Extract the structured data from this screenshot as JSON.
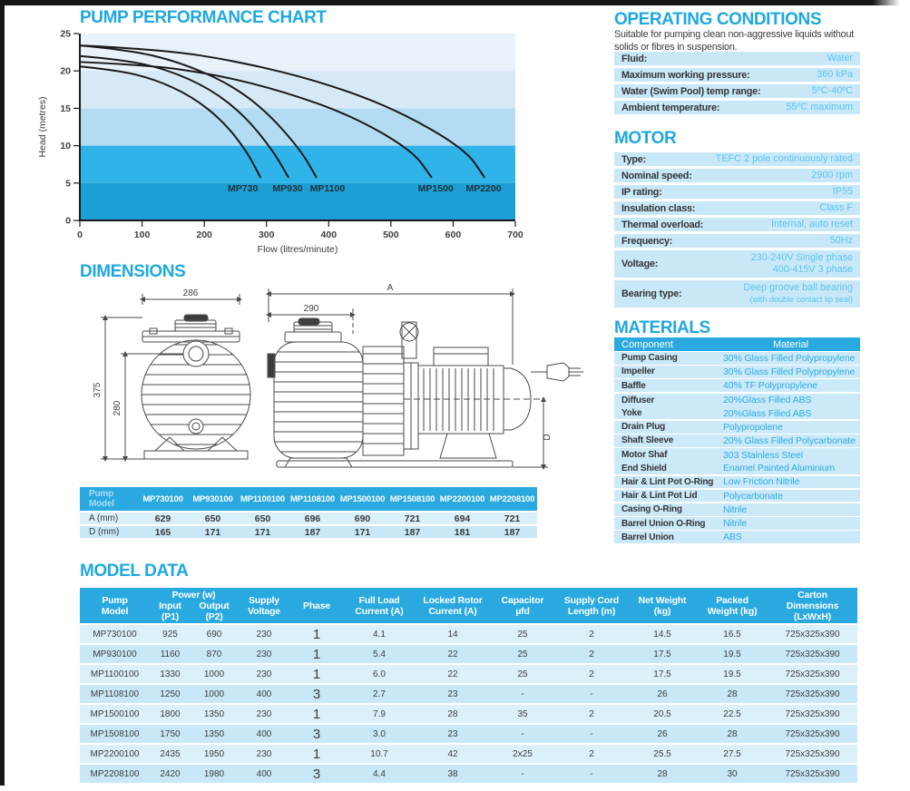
{
  "chart": {
    "title": "PUMP PERFORMANCE CHART",
    "xlabel": "Flow (litres/minute)",
    "ylabel": "Head (metres)",
    "y_ticks": [
      0,
      5,
      10,
      15,
      20,
      25
    ],
    "x_ticks": [
      0,
      100,
      200,
      300,
      400,
      500,
      600,
      700
    ],
    "band_colors": [
      "#E9F1F9",
      "#D8E9F6",
      "#B3DCF3",
      "#2FB3E9",
      "#1C9FD4"
    ],
    "chart_data": {
      "type": "line",
      "xlabel": "Flow (litres/minute)",
      "ylabel": "Head (metres)",
      "xlim": [
        0,
        700
      ],
      "ylim": [
        0,
        25
      ],
      "series": [
        {
          "name": "MP730",
          "points": [
            [
              0,
              20.6
            ],
            [
              60,
              20.1
            ],
            [
              120,
              18.9
            ],
            [
              180,
              16.6
            ],
            [
              230,
              13.3
            ],
            [
              268,
              9.3
            ],
            [
              290,
              5.8
            ]
          ],
          "label_x": 262
        },
        {
          "name": "MP930",
          "points": [
            [
              0,
              22.0
            ],
            [
              70,
              21.5
            ],
            [
              140,
              20.2
            ],
            [
              210,
              17.6
            ],
            [
              265,
              14.0
            ],
            [
              310,
              9.4
            ],
            [
              335,
              5.8
            ]
          ],
          "label_x": 334
        },
        {
          "name": "MP1100",
          "points": [
            [
              0,
              23.4
            ],
            [
              80,
              22.8
            ],
            [
              160,
              21.2
            ],
            [
              240,
              18.3
            ],
            [
              300,
              14.6
            ],
            [
              355,
              9.4
            ],
            [
              380,
              5.8
            ]
          ],
          "label_x": 398
        },
        {
          "name": "MP1500",
          "points": [
            [
              0,
              21.2
            ],
            [
              110,
              20.8
            ],
            [
              220,
              19.5
            ],
            [
              330,
              17.2
            ],
            [
              440,
              13.9
            ],
            [
              535,
              9.3
            ],
            [
              565,
              5.8
            ]
          ],
          "label_x": 572
        },
        {
          "name": "MP2200",
          "points": [
            [
              0,
              23.4
            ],
            [
              130,
              22.9
            ],
            [
              260,
              21.2
            ],
            [
              390,
              18.5
            ],
            [
              510,
              14.8
            ],
            [
              620,
              9.5
            ],
            [
              650,
              5.8
            ]
          ],
          "label_x": 649
        }
      ]
    }
  },
  "operating_conditions": {
    "title": "OPERATING CONDITIONS",
    "intro": "Suitable for pumping clean non-aggressive liquids without solids or fibres in suspension.",
    "rows": [
      {
        "label": "Fluid:",
        "value": "Water"
      },
      {
        "label": "Maximum working pressure:",
        "value": "360 kPa"
      },
      {
        "label": "Water (Swim Pool) temp range:",
        "value": "5ºC-40ºC"
      },
      {
        "label": "Ambient temperature:",
        "value": "55ºC maximum"
      }
    ]
  },
  "motor": {
    "title": "MOTOR",
    "rows": [
      {
        "label": "Type:",
        "value": "TEFC 2 pole continuously rated"
      },
      {
        "label": "Nominal speed:",
        "value": "2900 rpm"
      },
      {
        "label": "IP rating:",
        "value": "IP55"
      },
      {
        "label": "Insulation class:",
        "value": "Class F"
      },
      {
        "label": "Thermal overload:",
        "value": "Internal, auto reset"
      },
      {
        "label": "Frequency:",
        "value": "50Hz"
      },
      {
        "label": "Voltage:",
        "lines": [
          "230-240V Single phase",
          "400-415V 3 phase"
        ]
      },
      {
        "label": "Bearing type:",
        "lines": [
          "Deep groove ball bearing"
        ],
        "note": "(with double contact lip seal)"
      }
    ]
  },
  "materials": {
    "title": "MATERIALS",
    "headers": {
      "component": "Component",
      "material": "Material"
    },
    "rows": [
      {
        "component": "Pump Casing",
        "material": "30% Glass Filled Polypropylene"
      },
      {
        "component": "Impeller",
        "material": "30% Glass Filled Polypropylene"
      },
      {
        "component": "Baffle",
        "material": "40% TF Polypropylene"
      },
      {
        "component": "Diffuser",
        "material": "20%Glass Filled ABS",
        "joined": true
      },
      {
        "component": "Yoke",
        "material": "20%Glass Filled ABS"
      },
      {
        "component": "Drain Plug",
        "material": "Polypropolene"
      },
      {
        "component": "Shaft Sleeve",
        "material": "20% Glass Filled Polycarbonate"
      },
      {
        "component": "Motor Shaf",
        "material": "303 Stainless Steel",
        "joined": true
      },
      {
        "component": "End Shield",
        "material": "Enamel Painted Aluminium"
      },
      {
        "component": "Hair & Lint Pot O-Ring",
        "material": "Low Friction Nitrile"
      },
      {
        "component": "Hair & Lint Pot Lid",
        "material": "Polycarbonate"
      },
      {
        "component": "Casing O-Ring",
        "material": "Nitrile"
      },
      {
        "component": "Barrel Union O-Ring",
        "material": "Nitrile"
      },
      {
        "component": "Barrel Union",
        "material": "ABS"
      }
    ]
  },
  "dimensions": {
    "title": "DIMENSIONS",
    "drawing": {
      "front_width": "286",
      "front_height": "375",
      "front_inner_height": "280",
      "side_partial": "290",
      "side_total": "A",
      "side_height": "D"
    },
    "table": {
      "header_line1": "Pump",
      "header_line2": "Model",
      "models": [
        "MP730100",
        "MP930100",
        "MP1100100",
        "MP1108100",
        "MP1500100",
        "MP1508100",
        "MP2200100",
        "MP2208100"
      ],
      "rows": [
        {
          "label": "A (mm)",
          "values": [
            "629",
            "650",
            "650",
            "696",
            "690",
            "721",
            "694",
            "721"
          ]
        },
        {
          "label": "D (mm)",
          "values": [
            "165",
            "171",
            "171",
            "187",
            "171",
            "187",
            "181",
            "187"
          ]
        }
      ]
    }
  },
  "model_data": {
    "title": "MODEL DATA",
    "power_group": "Power (w)",
    "headers": [
      "Pump\nModel",
      "Input\n(P1)",
      "Output\n(P2)",
      "Supply\nVoltage",
      "Phase",
      "Full Load\nCurrent (A)",
      "Locked Rotor\nCurrent (A)",
      "Capacitor\nµfd",
      "Supply Cord\nLength (m)",
      "Net Weight\n(kg)",
      "Packed\nWeight (kg)",
      "Carton\nDimensions\n(LxWxH)"
    ],
    "rows": [
      [
        "MP730100",
        "925",
        "690",
        "230",
        "1",
        "4.1",
        "14",
        "25",
        "2",
        "14.5",
        "16.5",
        "725x325x390"
      ],
      [
        "MP930100",
        "1160",
        "870",
        "230",
        "1",
        "5.4",
        "22",
        "25",
        "2",
        "17.5",
        "19.5",
        "725x325x390"
      ],
      [
        "MP1100100",
        "1330",
        "1000",
        "230",
        "1",
        "6.0",
        "22",
        "25",
        "2",
        "17.5",
        "19.5",
        "725x325x390"
      ],
      [
        "MP1108100",
        "1250",
        "1000",
        "400",
        "3",
        "2.7",
        "23",
        "-",
        "-",
        "26",
        "28",
        "725x325x390"
      ],
      [
        "MP1500100",
        "1800",
        "1350",
        "230",
        "1",
        "7.9",
        "28",
        "35",
        "2",
        "20.5",
        "22.5",
        "725x325x390"
      ],
      [
        "MP1508100",
        "1750",
        "1350",
        "400",
        "3",
        "3.0",
        "23",
        "-",
        "-",
        "26",
        "28",
        "725x325x390"
      ],
      [
        "MP2200100",
        "2435",
        "1950",
        "230",
        "1",
        "10.7",
        "42",
        "2x25",
        "2",
        "25.5",
        "27.5",
        "725x325x390"
      ],
      [
        "MP2208100",
        "2420",
        "1980",
        "400",
        "3",
        "4.4",
        "38",
        "-",
        "-",
        "28",
        "30",
        "725x325x390"
      ]
    ]
  }
}
